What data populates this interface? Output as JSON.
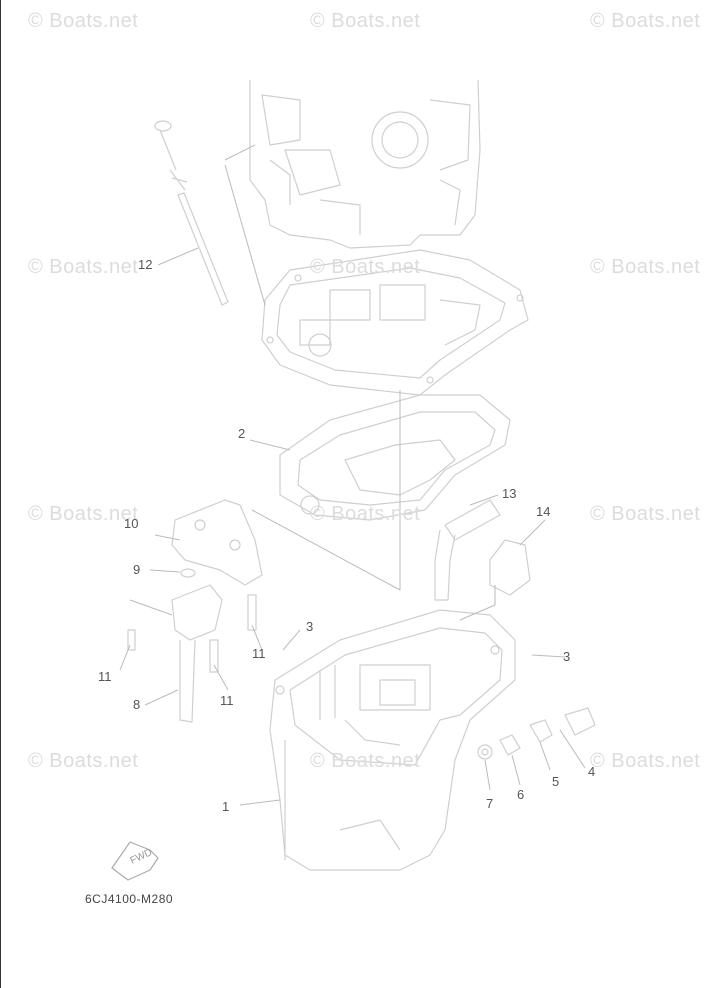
{
  "watermark": "© Boats.net",
  "drawing_code": "6CJ4100-M280",
  "fwd_label": "FWD",
  "part_numbers": [
    "1",
    "2",
    "3",
    "3",
    "4",
    "5",
    "6",
    "7",
    "8",
    "9",
    "10",
    "11",
    "11",
    "11",
    "12",
    "13",
    "14"
  ],
  "colors": {
    "line": "#c8c8c8",
    "label": "#555555",
    "watermark": "#dcdcdc"
  }
}
